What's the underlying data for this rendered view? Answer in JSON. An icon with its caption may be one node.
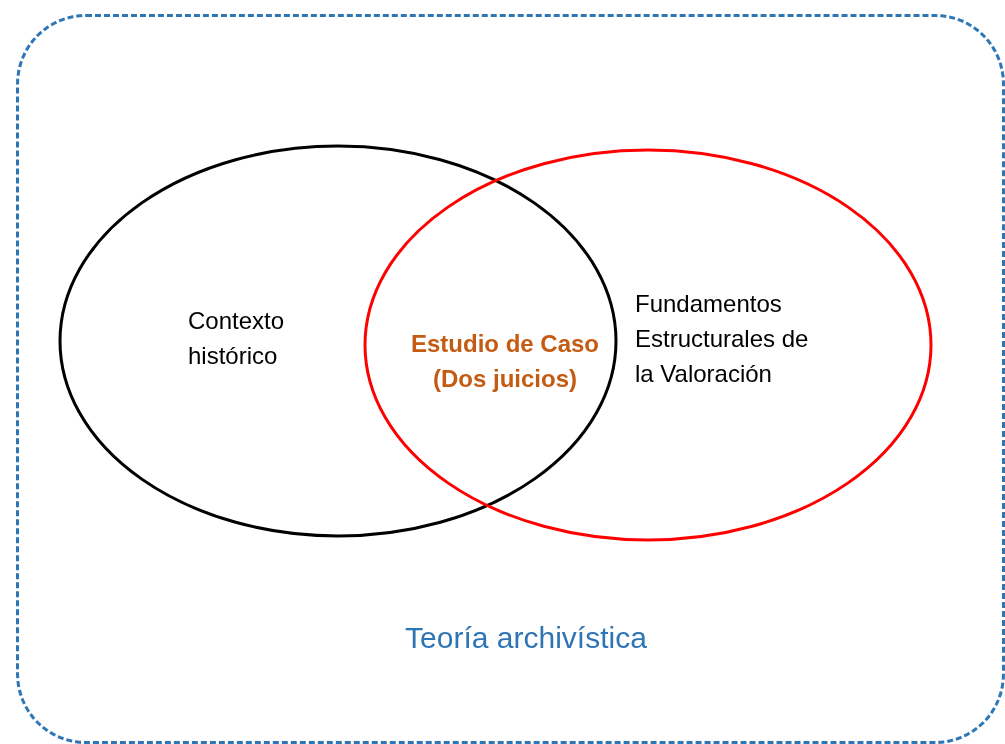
{
  "diagram": {
    "nodes": [
      {
        "text": [
          "Teoría archivística"
        ]
      },
      {
        "text": [
          "Contexto histórico"
        ],
        "in": 0
      },
      {
        "text": [
          "Fundamentos Estructurales de la Valoración"
        ],
        "in": 0
      }
    ],
    "edges": [],
    "labels": [
      "Estudio de Caso (Dos juicios)"
    ]
  }
}
